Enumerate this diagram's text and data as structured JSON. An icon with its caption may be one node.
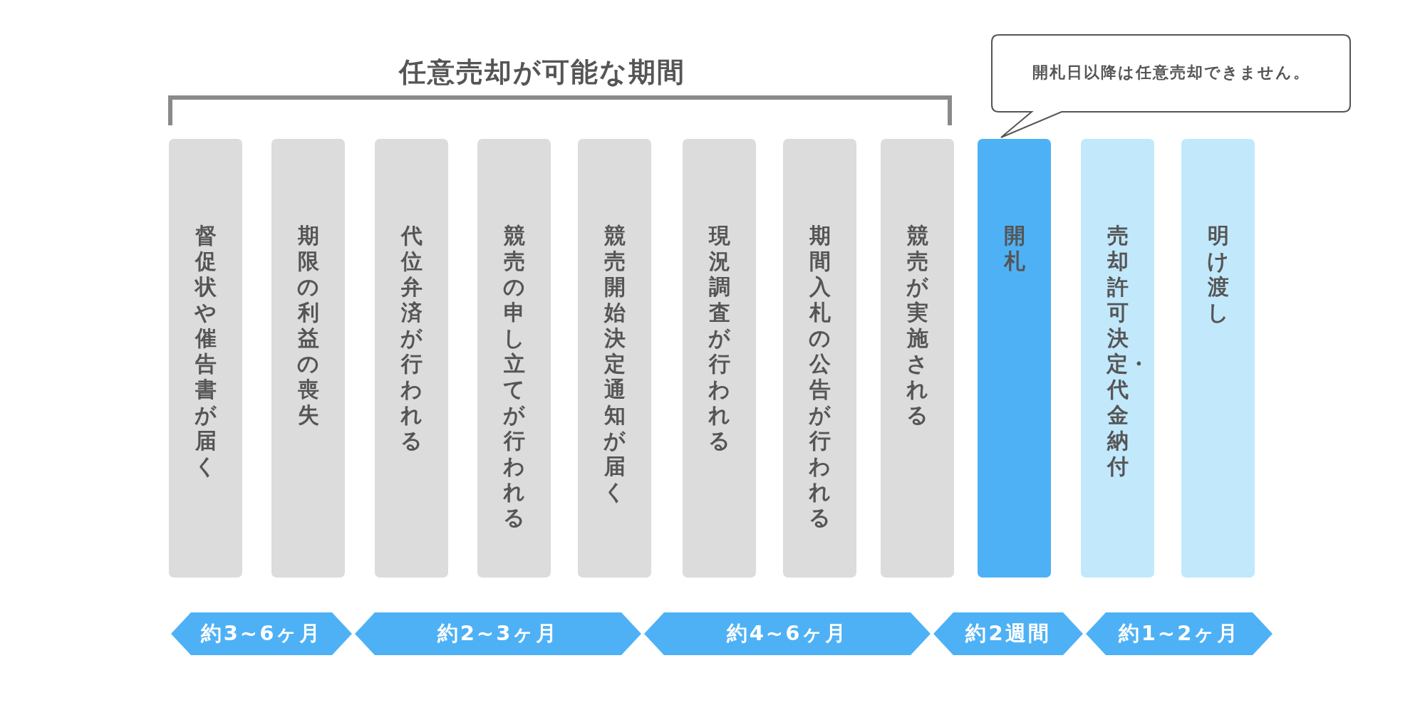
{
  "diagram": {
    "nodes": [
      {
        "text": [
          "開札日以降は任意売却できません。"
        ]
      },
      {
        "text": [
          "督促状や催告書が届く"
        ]
      },
      {
        "text": [
          "期限の利益の喪失"
        ]
      },
      {
        "text": [
          "代位弁済が行われる"
        ]
      },
      {
        "text": [
          "競売の申し立てが行われる"
        ]
      },
      {
        "text": [
          "競売開始決定通知が届く"
        ]
      },
      {
        "text": [
          "現況調査が行われる"
        ]
      },
      {
        "text": [
          "期間入札の公告が行われる"
        ]
      },
      {
        "text": [
          "競売が実施される"
        ]
      },
      {
        "text": [
          "開札"
        ]
      },
      {
        "text": [
          "売却許可決定・代金納付"
        ]
      },
      {
        "text": [
          "明け渡し"
        ]
      },
      {
        "text": [
          "約3~6ヶ月"
        ]
      },
      {
        "text": [
          "約2~3ヶ月"
        ]
      },
      {
        "text": [
          "約4~6ヶ月"
        ]
      },
      {
        "text": [
          "約2週間"
        ]
      },
      {
        "text": [
          "約1~2ヶ月"
        ]
      }
    ],
    "labels": [
      "任意売却が可能な期間"
    ]
  }
}
